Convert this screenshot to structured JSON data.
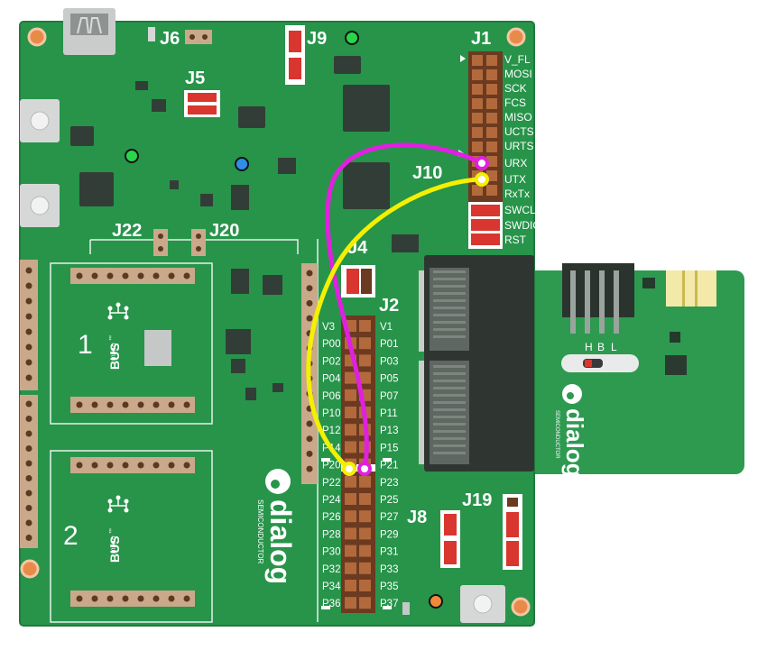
{
  "connectors": {
    "j1": "J1",
    "j2": "J2",
    "j4": "J4",
    "j5": "J5",
    "j6": "J6",
    "j8": "J8",
    "j9": "J9",
    "j10": "J10",
    "j19": "J19",
    "j20": "J20",
    "j22": "J22"
  },
  "j1_signals": [
    "V_FL",
    "MOSI",
    "SCK",
    "FCS",
    "MISO",
    "UCTS",
    "URTS",
    "URX",
    "UTX",
    "RxTx",
    "SWCLK",
    "SWDIO",
    "RST"
  ],
  "j2_left_pins": [
    "V3",
    "P00",
    "P02",
    "P04",
    "P06",
    "P10",
    "P12",
    "P14",
    "P20",
    "P22",
    "P24",
    "P26",
    "P28",
    "P30",
    "P32",
    "P34",
    "P36"
  ],
  "j2_right_pins": [
    "V1",
    "P01",
    "P03",
    "P05",
    "P07",
    "P11",
    "P13",
    "P15",
    "P21",
    "P23",
    "P25",
    "P27",
    "P29",
    "P31",
    "P33",
    "P35",
    "P37"
  ],
  "mikrobus": {
    "slot1_number": "1",
    "slot2_number": "2",
    "logo_brand": "mikro",
    "logo_word": "BUS",
    "logo_tm": "™"
  },
  "brand": {
    "name": "dialog",
    "tagline": "SEMICONDUCTOR"
  },
  "daughter_board": {
    "switch_labels": [
      "H",
      "B",
      "L"
    ]
  },
  "colors": {
    "pcb": "#27944a",
    "pcb_edge": "#1f7a3d",
    "daughter_pcb": "#2d9a50",
    "header": "#7a3e22",
    "chip": "#333d37",
    "wire_magenta": "#e020e0",
    "wire_yellow": "#f4f000",
    "jumper_red": "#d8362e",
    "led_green": "#29d64a",
    "led_blue": "#2f8ee8",
    "led_orange": "#f08a3a"
  }
}
